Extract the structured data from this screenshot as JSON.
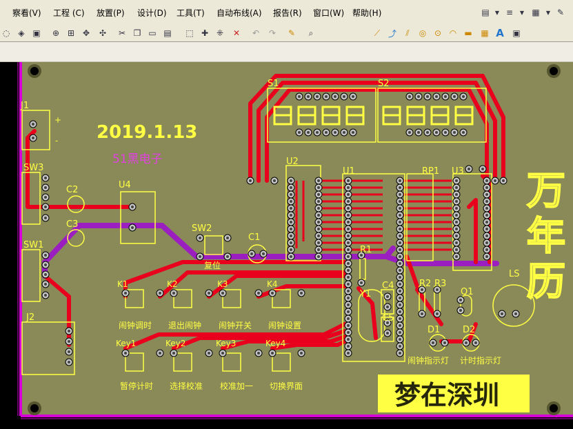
{
  "menu": {
    "items": [
      "察看(V)",
      "工程 (C)",
      "放置(P)",
      "设计(D)",
      "工具(T)",
      "自动布线(A)",
      "报告(R)",
      "窗口(W)",
      "帮助(H)"
    ]
  },
  "board": {
    "date_text": "2019.1.13",
    "brand_text": "51黑电子",
    "title_text": "万年历",
    "motto_text": "梦在深圳",
    "components": {
      "j1": "J1",
      "j2": "J2",
      "sw1": "SW1",
      "sw2": "SW2",
      "sw3": "SW3",
      "c1": "C1",
      "c2": "C2",
      "c3": "C3",
      "c4": "C4",
      "c5": "C5",
      "u1": "U1",
      "u2": "U2",
      "u3": "U3",
      "u4": "U4",
      "s1": "S1",
      "s2": "S2",
      "rp1": "RP1",
      "r1": "R1",
      "r2": "R2",
      "r3": "R3",
      "q1": "Q1",
      "ls": "LS",
      "d1": "D1",
      "d2": "D2",
      "y1": "Y1"
    },
    "j1_plus": "+",
    "j1_minus": "-",
    "reset_label": "复位",
    "keys_top": [
      {
        "ref": "K1",
        "label": "闹钟调时"
      },
      {
        "ref": "K2",
        "label": "退出闹钟"
      },
      {
        "ref": "K3",
        "label": "闹钟开关"
      },
      {
        "ref": "K4",
        "label": "闹钟设置"
      }
    ],
    "keys_bottom": [
      {
        "ref": "Key1",
        "label": "暂停计时"
      },
      {
        "ref": "Key2",
        "label": "选择校准"
      },
      {
        "ref": "Key3",
        "label": "校准加一"
      },
      {
        "ref": "Key4",
        "label": "切换界面"
      }
    ],
    "led_labels": {
      "alarm": "闹钟指示灯",
      "timer": "计时指示灯"
    }
  },
  "colors": {
    "board": "#8a8a58",
    "trace_top": "#e8001c",
    "trace_bottom": "#9b1fc0",
    "silk": "#ffff44",
    "outline": "#d600d6",
    "pad": "#c4c4c4"
  }
}
